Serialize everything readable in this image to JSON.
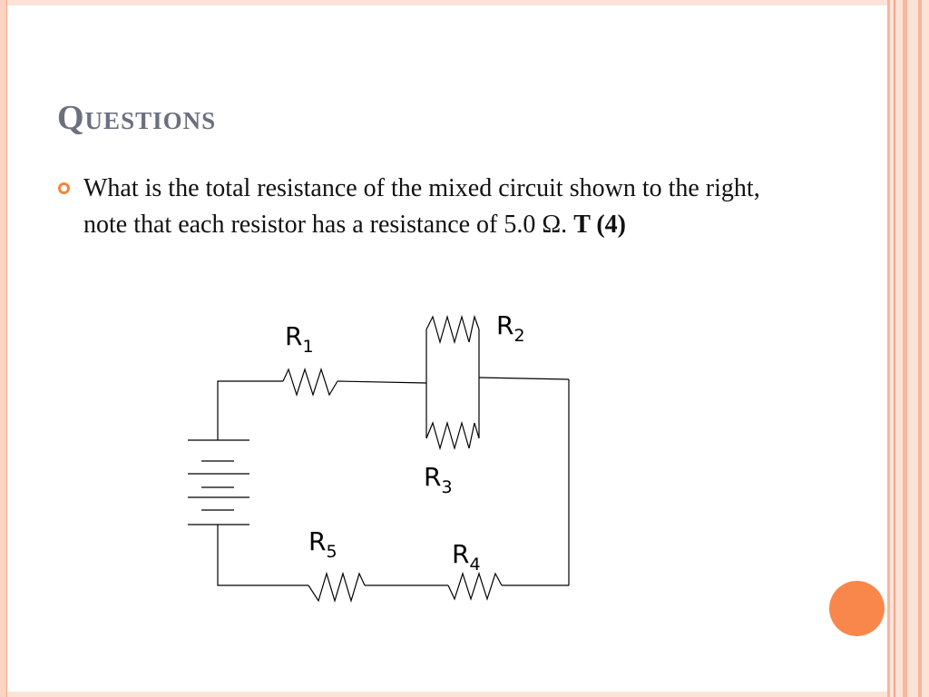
{
  "slide": {
    "title": "Questions",
    "bullet": {
      "text": "What is the total resistance of the mixed circuit shown to the right, note that each resistor has a resistance of 5.0 Ω. ",
      "bold_tail": "T (4)"
    }
  },
  "circuit": {
    "labels": {
      "r1": {
        "main": "R",
        "sub": "1"
      },
      "r2": {
        "main": "R",
        "sub": "2"
      },
      "r3": {
        "main": "R",
        "sub": "3"
      },
      "r4": {
        "main": "R",
        "sub": "4"
      },
      "r5": {
        "main": "R",
        "sub": "5"
      }
    }
  },
  "colors": {
    "title": "#6b7080",
    "accent": "#f4863d",
    "circle": "#f9874c",
    "frame": "#fde3d7"
  }
}
